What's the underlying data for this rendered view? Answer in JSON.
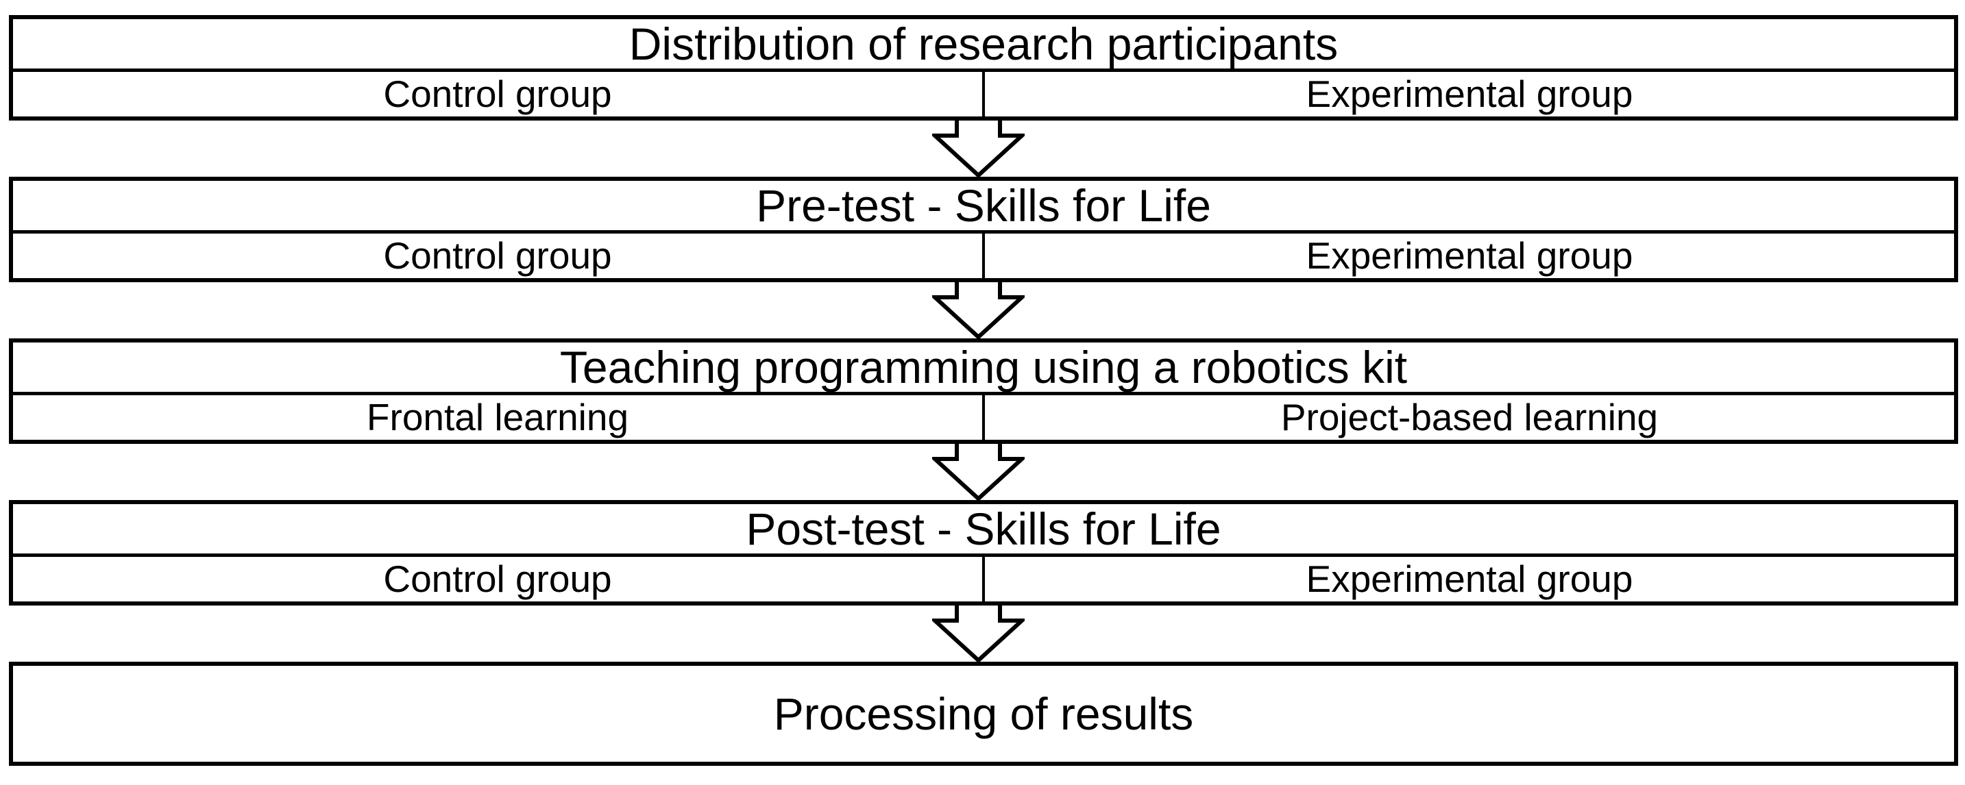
{
  "diagram": {
    "name": "Research procedure flowchart",
    "colors": {
      "border": "#000000",
      "background": "#ffffff",
      "text": "#000000",
      "arrow_fill": "#ffffff"
    },
    "arrow_icon": "down-block-arrow",
    "blocks": [
      {
        "title": "Distribution of research participants",
        "left": "Control group",
        "right": "Experimental group"
      },
      {
        "title": "Pre-test - Skills for Life",
        "left": "Control group",
        "right": "Experimental group"
      },
      {
        "title": "Teaching programming using a robotics kit",
        "left": "Frontal learning",
        "right": "Project-based learning"
      },
      {
        "title": "Post-test - Skills for Life",
        "left": "Control group",
        "right": "Experimental group"
      },
      {
        "title": "Processing of results"
      }
    ]
  }
}
